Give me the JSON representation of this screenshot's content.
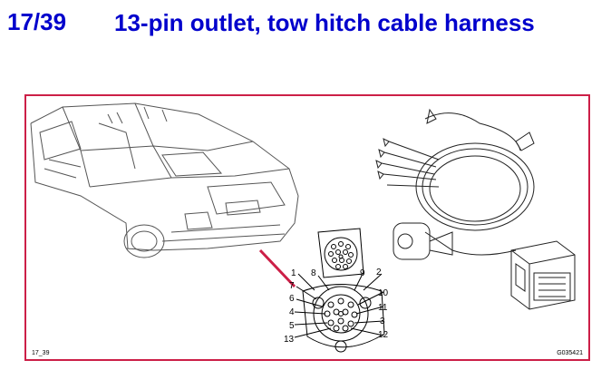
{
  "header": {
    "page_number": "17/39",
    "title": "13-pin outlet, tow hitch cable harness"
  },
  "figure": {
    "id_label": "17_39",
    "code_label": "G035421",
    "pin_labels": [
      "1",
      "2",
      "3",
      "4",
      "5",
      "6",
      "7",
      "8",
      "9",
      "10",
      "11",
      "12",
      "13"
    ],
    "frame_color": "#cc1f47",
    "title_color": "#0000cc"
  }
}
